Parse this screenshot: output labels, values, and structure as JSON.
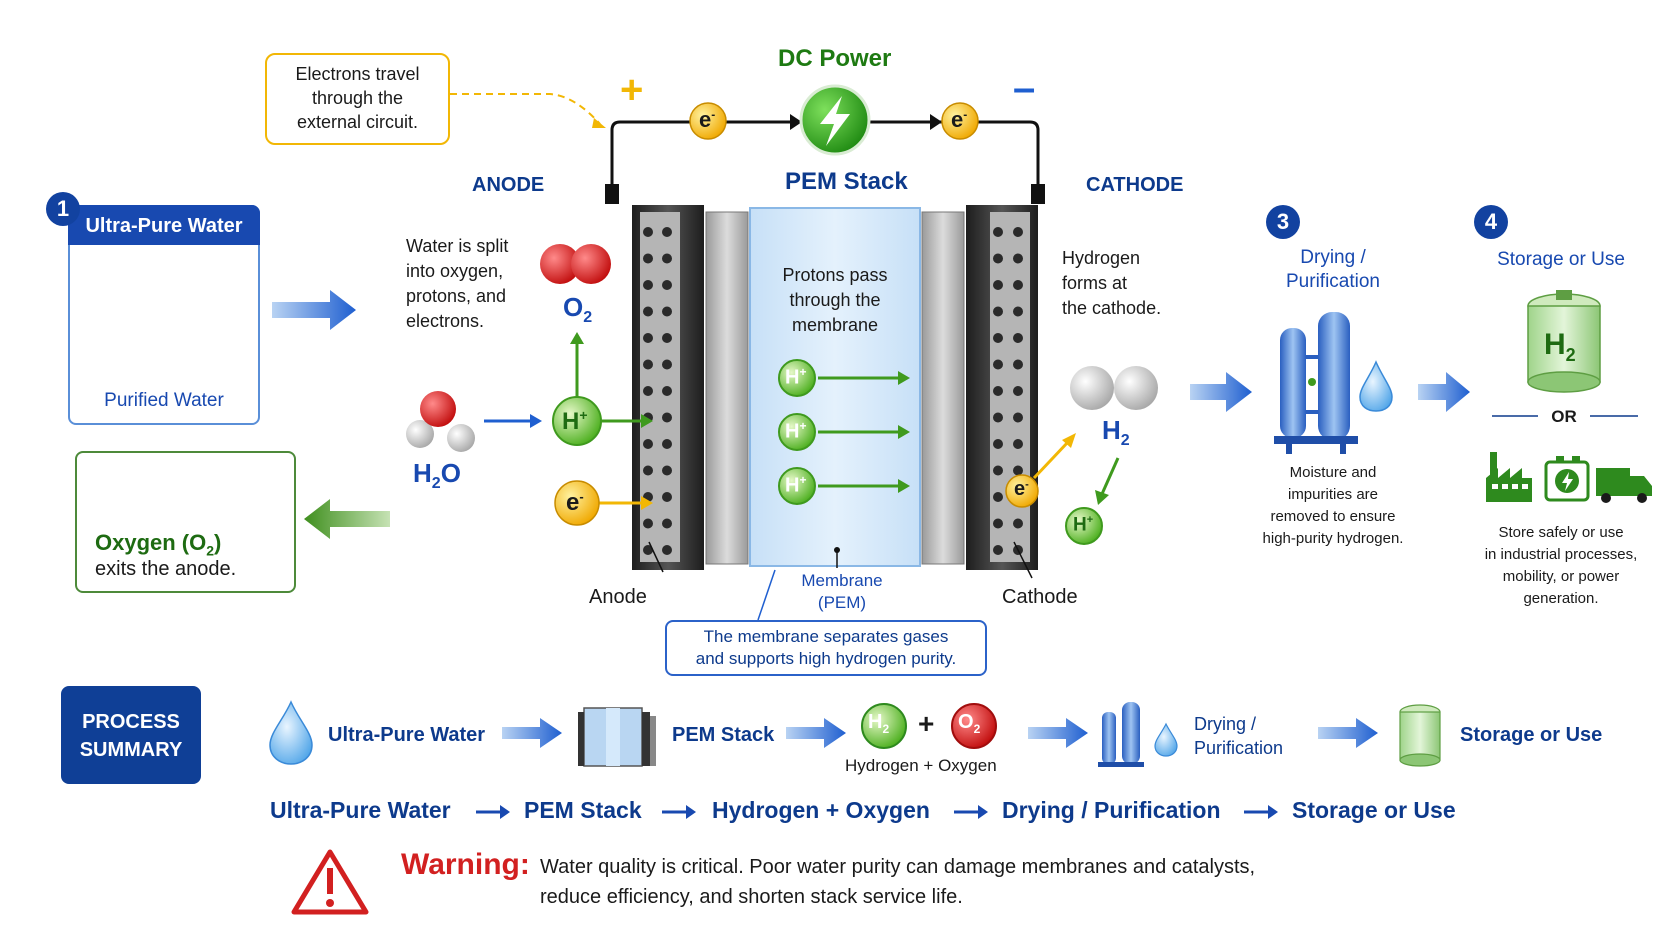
{
  "callout_electrons": "Electrons travel\nthrough the\nexternal circuit.",
  "dc_power": "DC Power",
  "plus_sign": "+",
  "minus_sign": "–",
  "electron": "e",
  "electron_sup": "-",
  "pem_stack_title": "PEM Stack",
  "anode_title": "ANODE",
  "cathode_title": "CATHODE",
  "anode_label": "Anode",
  "cathode_label": "Cathode",
  "water_box": {
    "num": "1",
    "title": "Ultra-Pure Water",
    "caption": "Purified Water"
  },
  "oxygen_box": {
    "line1_pre": "Oxygen (O",
    "line1_sub": "2",
    "line1_post": ")",
    "line2": "exits the anode."
  },
  "anode_text": "Water is split\ninto oxygen,\nprotons, and\nelectrons.",
  "o2": {
    "base": "O",
    "sub": "2"
  },
  "h2o": {
    "base": "H",
    "sub": "2",
    "post": "O"
  },
  "proton": {
    "base": "H",
    "sup": "+"
  },
  "membrane_text": "Protons pass\nthrough the\nmembrane",
  "membrane_label": "Membrane\n(PEM)",
  "membrane_callout": "The membrane separates gases\nand supports high hydrogen purity.",
  "cathode_text": "Hydrogen\nforms at\nthe cathode.",
  "h2": {
    "base": "H",
    "sub": "2"
  },
  "drying": {
    "num": "3",
    "title": "Drying /\nPurification",
    "text": "Moisture and\nimpurities are\nremoved to ensure\nhigh-purity hydrogen."
  },
  "storage": {
    "num": "4",
    "title": "Storage or Use",
    "or": "OR",
    "text": "Store safely or use\nin industrial processes,\nmobility, or power\ngeneration."
  },
  "process_summary": {
    "label": "PROCESS\nSUMMARY",
    "water": "Ultra-Pure Water",
    "pem": "PEM Stack",
    "h2_o2": "Hydrogen + Oxygen",
    "drying": "Drying /\nPurification",
    "storage": "Storage or Use"
  },
  "flow_line": [
    "Ultra-Pure Water",
    "PEM Stack",
    "Hydrogen + Oxygen",
    "Drying / Purification",
    "Storage or Use"
  ],
  "warning": {
    "label": "Warning:",
    "text": "Water quality is critical. Poor water purity can damage membranes and catalysts,\nreduce efficiency, and shorten stack service life."
  },
  "colors": {
    "navy": "#0d3a8c",
    "accent_blue": "#2b62c9",
    "green": "#3f9a1e",
    "warning_red": "#d22020",
    "electron_gold": "#f2b705"
  }
}
